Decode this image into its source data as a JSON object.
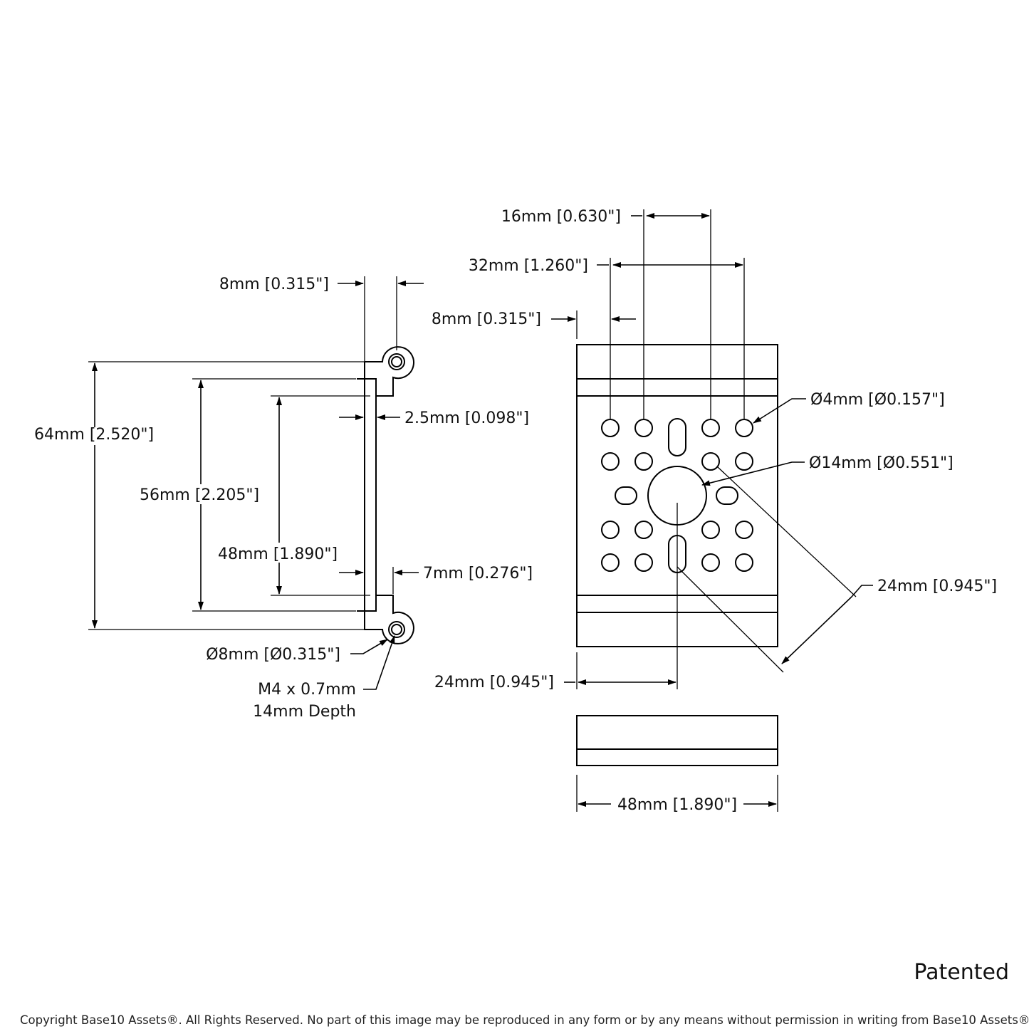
{
  "dimensions": {
    "side_top_width": "8mm [0.315\"]",
    "overall_height": "64mm [2.520\"]",
    "inner_height_56": "56mm [2.205\"]",
    "inner_height_48": "48mm [1.890\"]",
    "wall_thickness": "2.5mm [0.098\"]",
    "step_width": "7mm [0.276\"]",
    "hole_diameter_8": "Ø8mm [Ø0.315\"]",
    "thread_spec": "M4 x 0.7mm",
    "thread_depth": "14mm Depth",
    "pitch_16": "16mm [0.630\"]",
    "pitch_32": "32mm [1.260\"]",
    "edge_offset_8": "8mm [0.315\"]",
    "hole_diameter_4": "Ø4mm [Ø0.157\"]",
    "hole_diameter_14": "Ø14mm [Ø0.551\"]",
    "diagonal_24": "24mm [0.945\"]",
    "center_offset_24": "24mm [0.945\"]",
    "bottom_width_48": "48mm [1.890\"]"
  },
  "footer": {
    "patented": "Patented",
    "copyright": "Copyright Base10 Assets®.  All Rights Reserved. No part of this image may be reproduced in any form or by any means without permission in writing from Base10 Assets®."
  }
}
